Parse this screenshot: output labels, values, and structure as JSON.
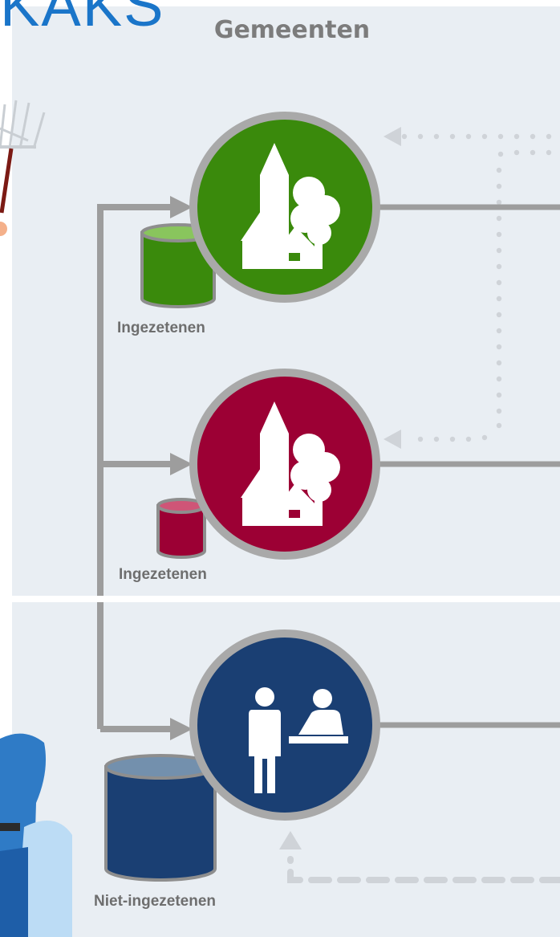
{
  "header": {
    "logo_text": "KAKS",
    "title": "Gemeenten"
  },
  "nodes": [
    {
      "id": "municipality-green",
      "color": "#3a8a0c",
      "icon": "church-house-tree-icon",
      "store_label": "Ingezetenen",
      "store_color": "#3a8a0c"
    },
    {
      "id": "municipality-red",
      "color": "#9c0034",
      "icon": "church-house-tree-icon",
      "store_label": "Ingezetenen",
      "store_color": "#9c0034"
    },
    {
      "id": "service-desk",
      "color": "#1a3f73",
      "icon": "desk-service-icon",
      "store_label": "Niet-ingezetenen",
      "store_color": "#1a3f73"
    }
  ],
  "colors": {
    "panel": "#e9eef3",
    "connector": "#9d9d9d",
    "dotted": "#cfd3d8",
    "ring": "#a9a9a9"
  }
}
